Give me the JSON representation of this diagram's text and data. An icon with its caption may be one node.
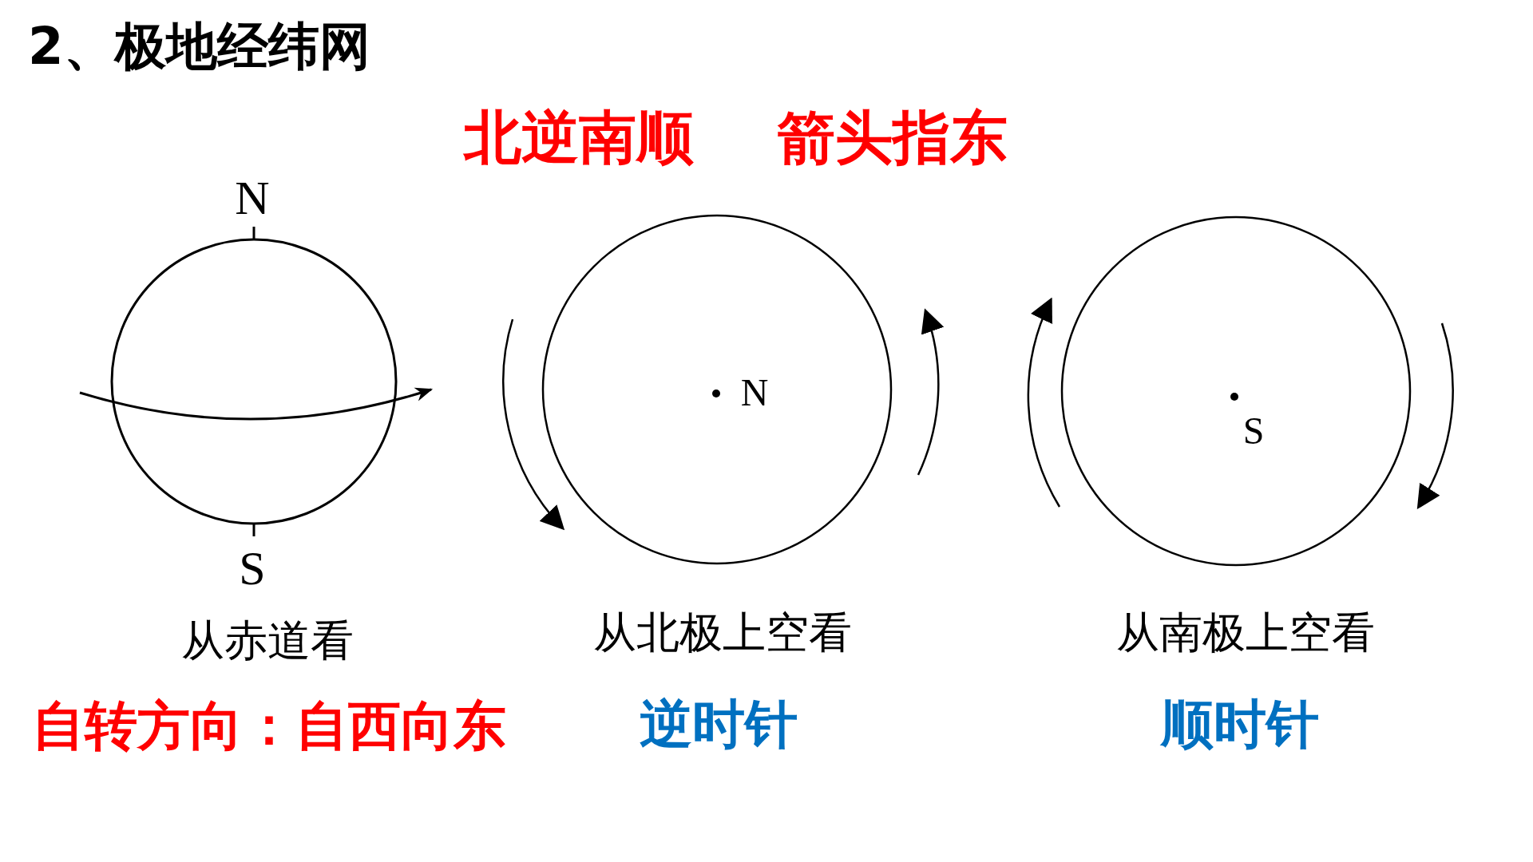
{
  "diagram": {
    "title": "2、极地经纬网",
    "labels": [
      "北逆南顺",
      "箭头指东",
      "N",
      "S",
      "N",
      "S",
      "从赤道看",
      "从北极上空看",
      "从南极上空看",
      "自转方向：自西向东",
      "逆时针",
      "顺时针"
    ]
  }
}
